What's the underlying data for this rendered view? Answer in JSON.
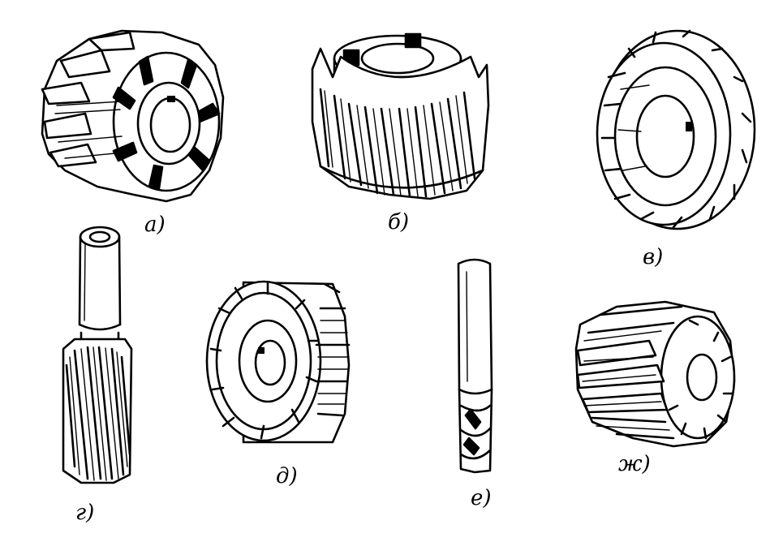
{
  "figure": {
    "background": "#ffffff",
    "ink": "#000000",
    "items": [
      {
        "id": "a",
        "label": "а)"
      },
      {
        "id": "b",
        "label": "б)"
      },
      {
        "id": "v",
        "label": "в)"
      },
      {
        "id": "g",
        "label": "г)"
      },
      {
        "id": "d",
        "label": "д)"
      },
      {
        "id": "e",
        "label": "е)"
      },
      {
        "id": "zh",
        "label": "ж)"
      }
    ]
  }
}
